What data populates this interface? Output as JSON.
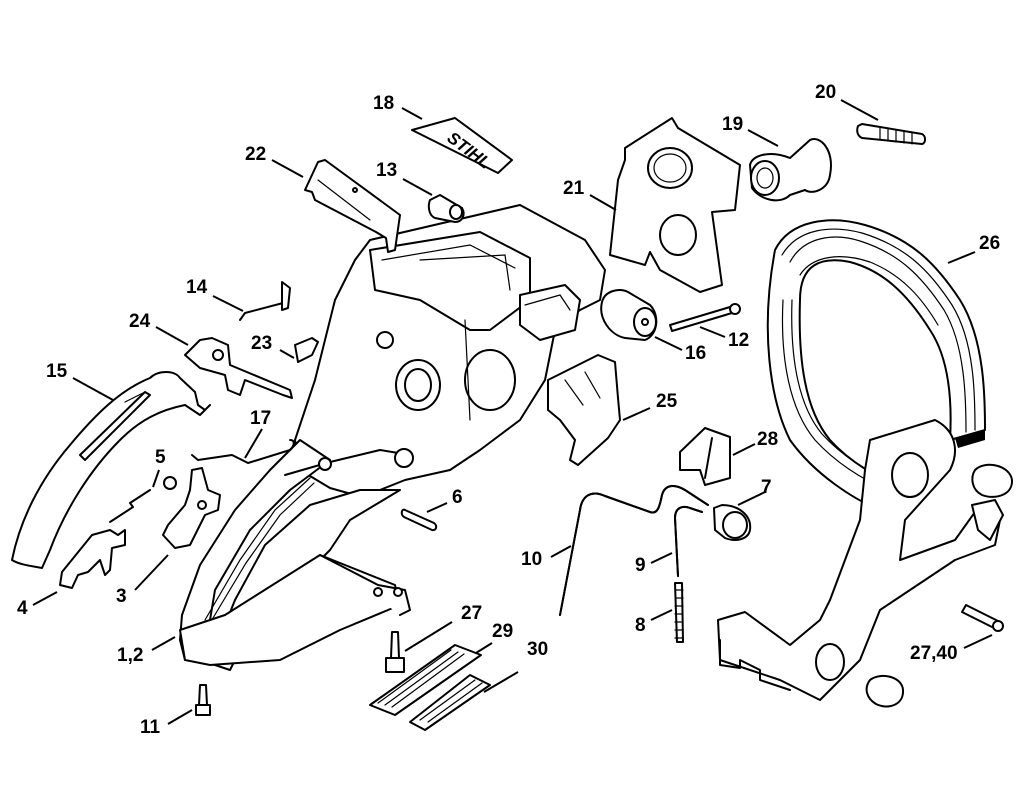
{
  "diagram": {
    "title": "Handle housing exploded parts view",
    "brand_label_text": "STIHL",
    "colors": {
      "line": "#000000",
      "background": "#ffffff"
    },
    "callouts": [
      {
        "id": "c1-2",
        "label": "1,2",
        "part": "handle-housing"
      },
      {
        "id": "c3",
        "label": "3",
        "part": "throttle-trigger"
      },
      {
        "id": "c4",
        "label": "4",
        "part": "interlock-lever"
      },
      {
        "id": "c5",
        "label": "5",
        "part": "torsion-spring"
      },
      {
        "id": "c6",
        "label": "6",
        "part": "pin"
      },
      {
        "id": "c7",
        "label": "7",
        "part": "fuel-cap-valve"
      },
      {
        "id": "c8",
        "label": "8",
        "part": "spring"
      },
      {
        "id": "c9",
        "label": "9",
        "part": "short-hose"
      },
      {
        "id": "c10",
        "label": "10",
        "part": "long-hose"
      },
      {
        "id": "c11",
        "label": "11",
        "part": "long-screw"
      },
      {
        "id": "c12",
        "label": "12",
        "part": "annular-buffer"
      },
      {
        "id": "c13",
        "label": "13",
        "part": "throttle-rod"
      },
      {
        "id": "c14",
        "label": "14",
        "part": "rear-handle-cover"
      },
      {
        "id": "c15",
        "label": "15",
        "part": "rubber-buffer"
      },
      {
        "id": "c16",
        "label": "16",
        "part": "wire-rod"
      },
      {
        "id": "c17",
        "label": "17",
        "part": "brand-plate"
      },
      {
        "id": "c18",
        "label": "18",
        "part": "intake-manifold"
      },
      {
        "id": "c19",
        "label": "19",
        "part": "stud"
      },
      {
        "id": "c20",
        "label": "20",
        "part": "baffle-plate"
      },
      {
        "id": "c21",
        "label": "21",
        "part": "top-cover-strip"
      },
      {
        "id": "c22",
        "label": "22",
        "part": "clip"
      },
      {
        "id": "c23",
        "label": "23",
        "part": "choke-shaft"
      },
      {
        "id": "c24",
        "label": "24",
        "part": "screw"
      },
      {
        "id": "c25",
        "label": "25",
        "part": "slide"
      },
      {
        "id": "c26",
        "label": "26",
        "part": "front-handle-bar"
      },
      {
        "id": "c27",
        "label": "27",
        "part": "screw"
      },
      {
        "id": "c27-40",
        "label": "27,40",
        "part": "screw"
      },
      {
        "id": "c28",
        "label": "28",
        "part": "grip-clip"
      },
      {
        "id": "c29",
        "label": "29",
        "part": "grip-pad"
      },
      {
        "id": "c30",
        "label": "30",
        "part": "grip-pad"
      }
    ]
  }
}
